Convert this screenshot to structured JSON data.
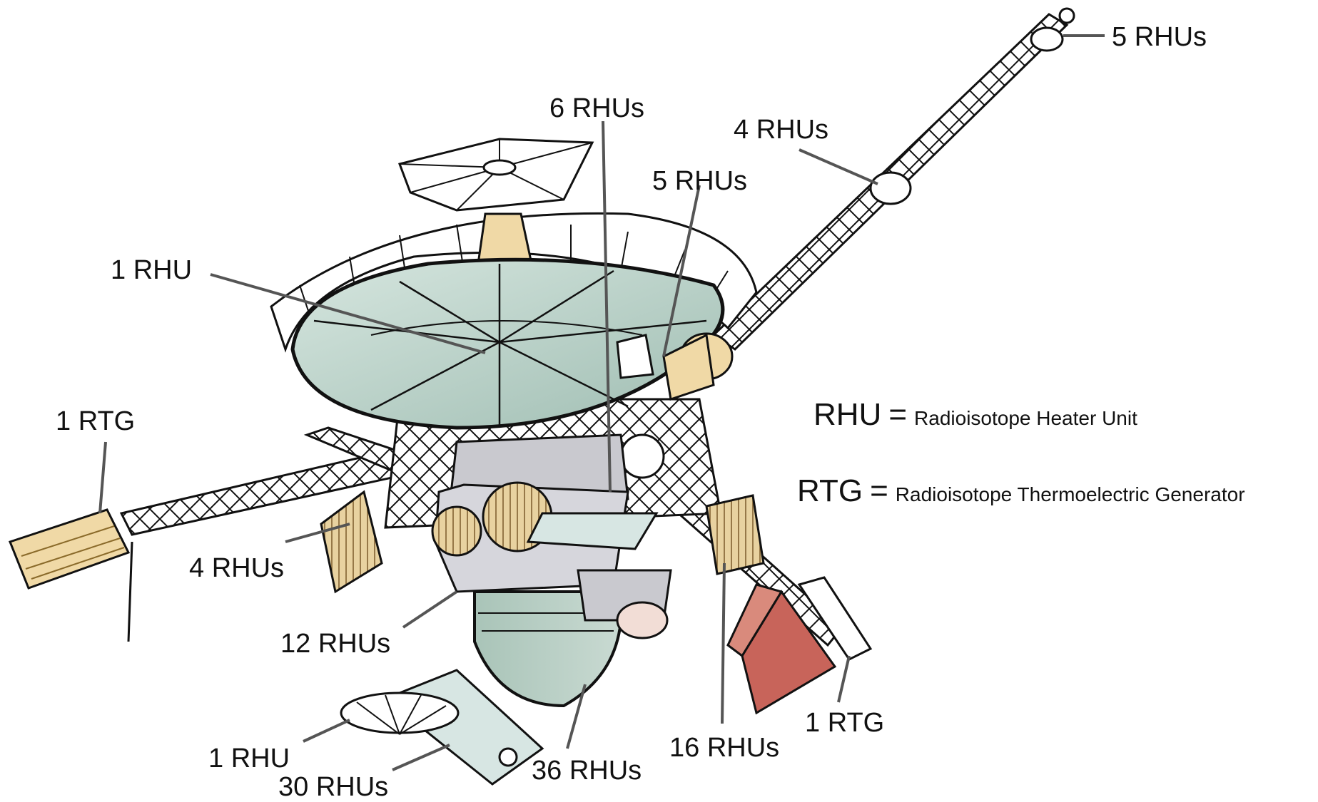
{
  "diagram": {
    "subject": "spacecraft",
    "labels": {
      "rhu_magnetometer_tip": "5 RHUs",
      "rhu_magnetometer_mid": "4 RHUs",
      "rhu_bus_top": "6 RHUs",
      "rhu_scan_platform": "5 RHUs",
      "rhu_dish": "1 RHU",
      "rtg_left": "1 RTG",
      "rhu_left_panel": "4 RHUs",
      "rhu_lower_bus": "12 RHUs",
      "rhu_small_dish": "1 RHU",
      "rhu_bottom_arm": "30 RHUs",
      "rhu_cone": "36 RHUs",
      "rhu_right_panel": "16 RHUs",
      "rtg_right": "1 RTG"
    },
    "legend": {
      "rhu_abbr": "RHU",
      "rhu_eq": "=",
      "rhu_def": "Radioisotope Heater Unit",
      "rtg_abbr": "RTG",
      "rtg_eq": "=",
      "rtg_def": "Radioisotope  Thermoelectric Generator"
    },
    "colors": {
      "dish": "#b8d0c6",
      "bus": "#c9c9cf",
      "rtg": "#f0d9a6",
      "heater_panel": "#e8d2a0",
      "red_panel": "#c8645a",
      "leader": "#555555",
      "outline": "#111111"
    }
  }
}
